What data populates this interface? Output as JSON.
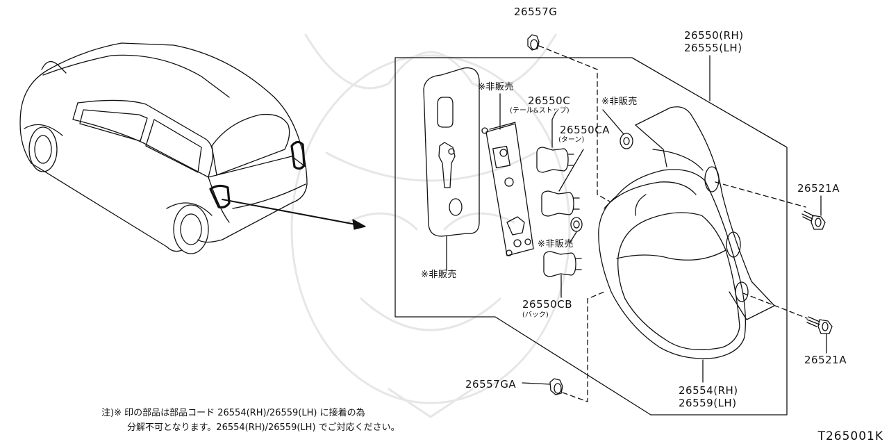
{
  "labels": {
    "p26557g": "26557G",
    "p26550_rh": "26550(RH)",
    "p26555_lh": "26555(LH)",
    "not_sold_1": "※非販売",
    "not_sold_2": "※非販売",
    "not_sold_3": "※非販売",
    "not_sold_4": "※非販売",
    "p26550c": "26550C",
    "p26550c_desc": "(テール&ストップ)",
    "p26550ca": "26550CA",
    "p26550ca_desc": "(ターン)",
    "p26521a_top": "26521A",
    "p26521a_bottom": "26521A",
    "p26550cb": "26550CB",
    "p26550cb_desc": "(バック)",
    "p26554_rh": "26554(RH)",
    "p26559_lh": "26559(LH)",
    "p26557ga": "26557GA"
  },
  "note": {
    "line1": "注)※ 印の部品は部品コード 26554(RH)/26559(LH) に接着の為",
    "line2": "分解不可となります。26554(RH)/26559(LH) でご対応ください。"
  },
  "diagram_code": "T265001K"
}
